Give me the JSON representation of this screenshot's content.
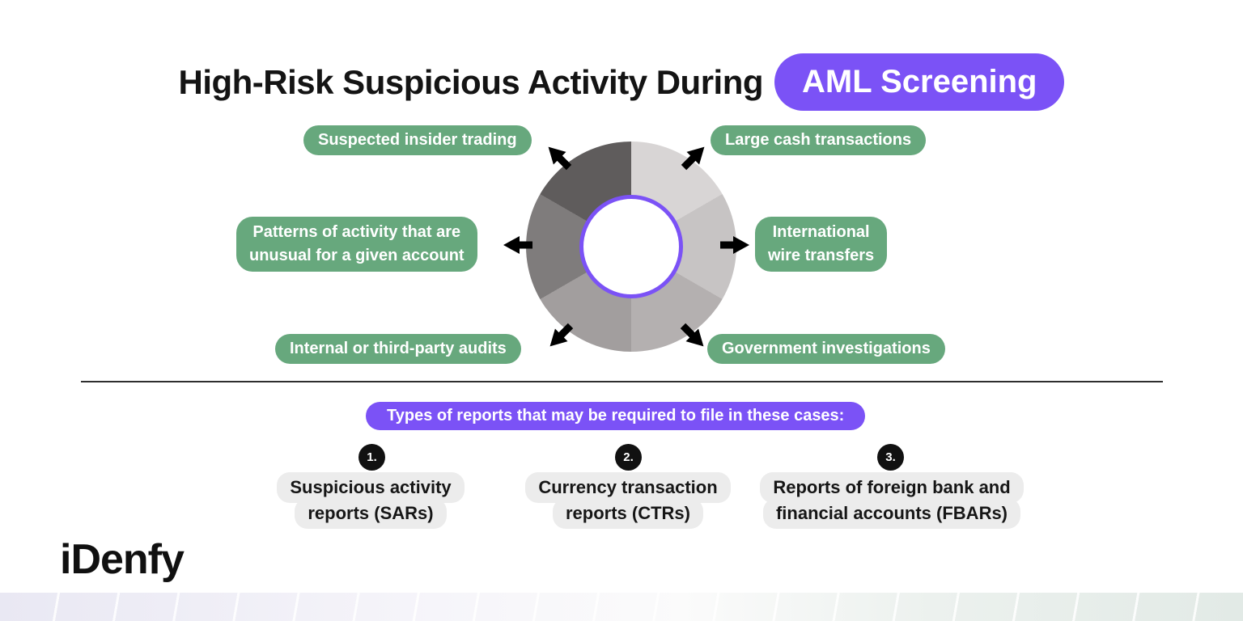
{
  "header": {
    "title": "High-Risk Suspicious Activity During",
    "badge": "AML Screening"
  },
  "colors": {
    "accent_purple": "#7B52F6",
    "pill_green": "#67A87D",
    "badge_black": "#111111",
    "report_box_gray": "#ECECEC",
    "divider": "#2E2E2E"
  },
  "wheel": {
    "type": "donut-cycle",
    "segment_colors": [
      "#D8D5D5",
      "#C7C4C4",
      "#B4B0B0",
      "#A29E9E",
      "#7F7C7C",
      "#5F5C5C"
    ],
    "labels": [
      {
        "lines": [
          "Suspected insider trading"
        ]
      },
      {
        "lines": [
          "Large cash transactions"
        ]
      },
      {
        "lines": [
          "Patterns of activity that are",
          "unusual for a given account"
        ]
      },
      {
        "lines": [
          "International",
          "wire transfers"
        ]
      },
      {
        "lines": [
          "Internal or third-party audits"
        ]
      },
      {
        "lines": [
          "Government investigations"
        ]
      }
    ]
  },
  "reports": {
    "heading": "Types of reports that may be required to file in these cases:",
    "items": [
      {
        "number": "1.",
        "lines": [
          "Suspicious activity",
          "reports (SARs)"
        ]
      },
      {
        "number": "2.",
        "lines": [
          "Currency transaction",
          "reports (CTRs)"
        ]
      },
      {
        "number": "3.",
        "lines": [
          "Reports of foreign bank and",
          "financial accounts (FBARs)"
        ]
      }
    ]
  },
  "footer": {
    "logo": "iDenfy"
  }
}
